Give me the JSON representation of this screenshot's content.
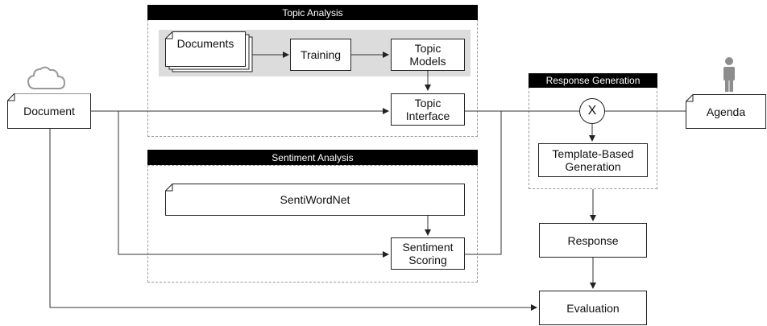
{
  "panels": {
    "topic_analysis": "Topic Analysis",
    "sentiment_analysis": "Sentiment Analysis",
    "response_generation": "Response Generation"
  },
  "nodes": {
    "document": "Document",
    "documents": "Documents",
    "training": "Training",
    "topic_models_1": "Topic",
    "topic_models_2": "Models",
    "topic_interface_1": "Topic",
    "topic_interface_2": "Interface",
    "sentiwordnet": "SentiWordNet",
    "sentiment_scoring_1": "Sentiment",
    "sentiment_scoring_2": "Scoring",
    "combiner": "X",
    "template_1": "Template-Based",
    "template_2": "Generation",
    "response": "Response",
    "evaluation": "Evaluation",
    "agenda": "Agenda"
  },
  "icons": {
    "cloud": "cloud-icon",
    "person": "person-icon"
  }
}
